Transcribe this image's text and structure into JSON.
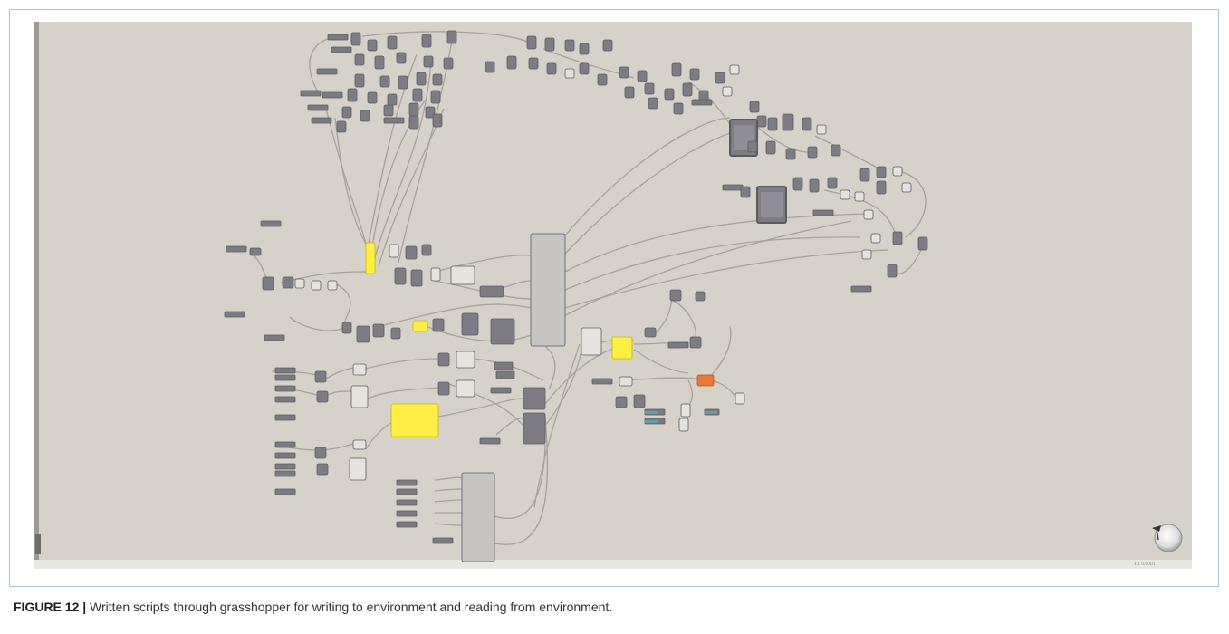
{
  "figure": {
    "label": "FIGURE 12 |",
    "caption": " Written scripts through grasshopper for writing to environment and reading from environment."
  },
  "status": {
    "text": "1:1 0.0001"
  },
  "colors": {
    "canvas": "#d6d2ca",
    "component": "#7d7b84",
    "component_light": "#e6e3df",
    "component_tall": "#c7c5c3",
    "panel_yellow": "#ffee44",
    "slider_orange": "#e8783a",
    "wire": "#a6a29b",
    "accent_teal": "#5e9ea6"
  },
  "icons": {
    "navigation": "navigation-compass-icon"
  }
}
